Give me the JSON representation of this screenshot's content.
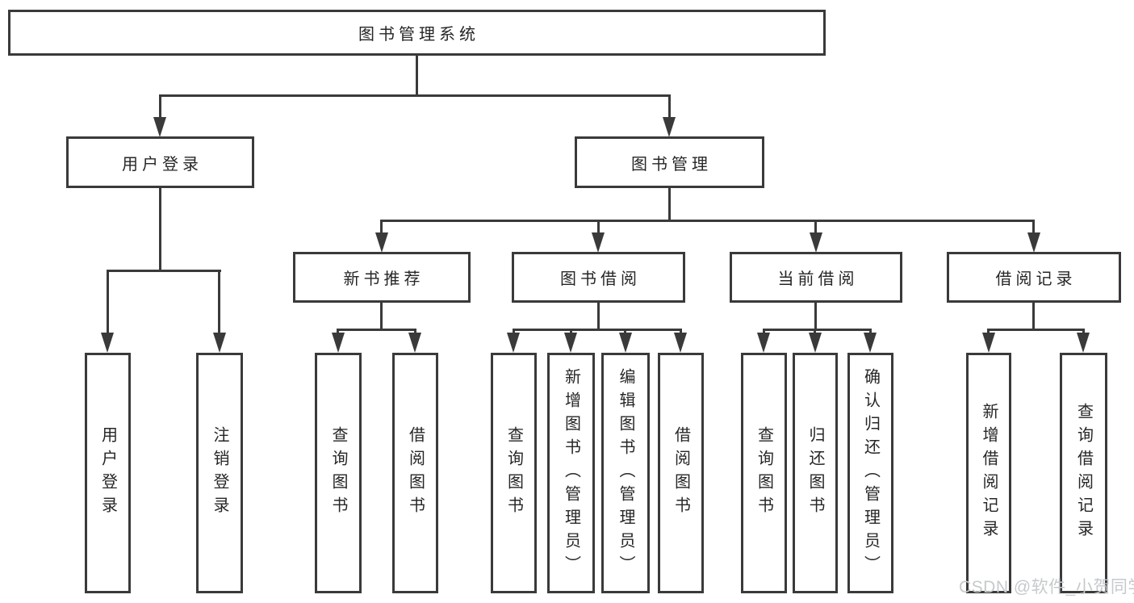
{
  "tree": {
    "root": "图书管理系统",
    "user_login": {
      "label": "用户登录",
      "children": [
        "用户登录",
        "注销登录"
      ]
    },
    "book_mgmt": {
      "label": "图书管理"
    },
    "new_book": {
      "label": "新书推荐",
      "children": [
        "查询图书",
        "借阅图书"
      ]
    },
    "book_borrow": {
      "label": "图书借阅",
      "children": [
        "查询图书",
        "新增图书（管理员）",
        "编辑图书（管理员）",
        "借阅图书"
      ]
    },
    "current_borrow": {
      "label": "当前借阅",
      "children": [
        "查询图书",
        "归还图书",
        "确认归还（管理员）"
      ]
    },
    "borrow_record": {
      "label": "借阅记录",
      "children": [
        "新增借阅记录",
        "查询借阅记录"
      ]
    }
  },
  "watermark": "CSDN @软件_小贺同学",
  "colors": {
    "line": "#3a3a3a",
    "text": "#262626",
    "background": "#ffffff",
    "watermark": "#c6cacd"
  }
}
